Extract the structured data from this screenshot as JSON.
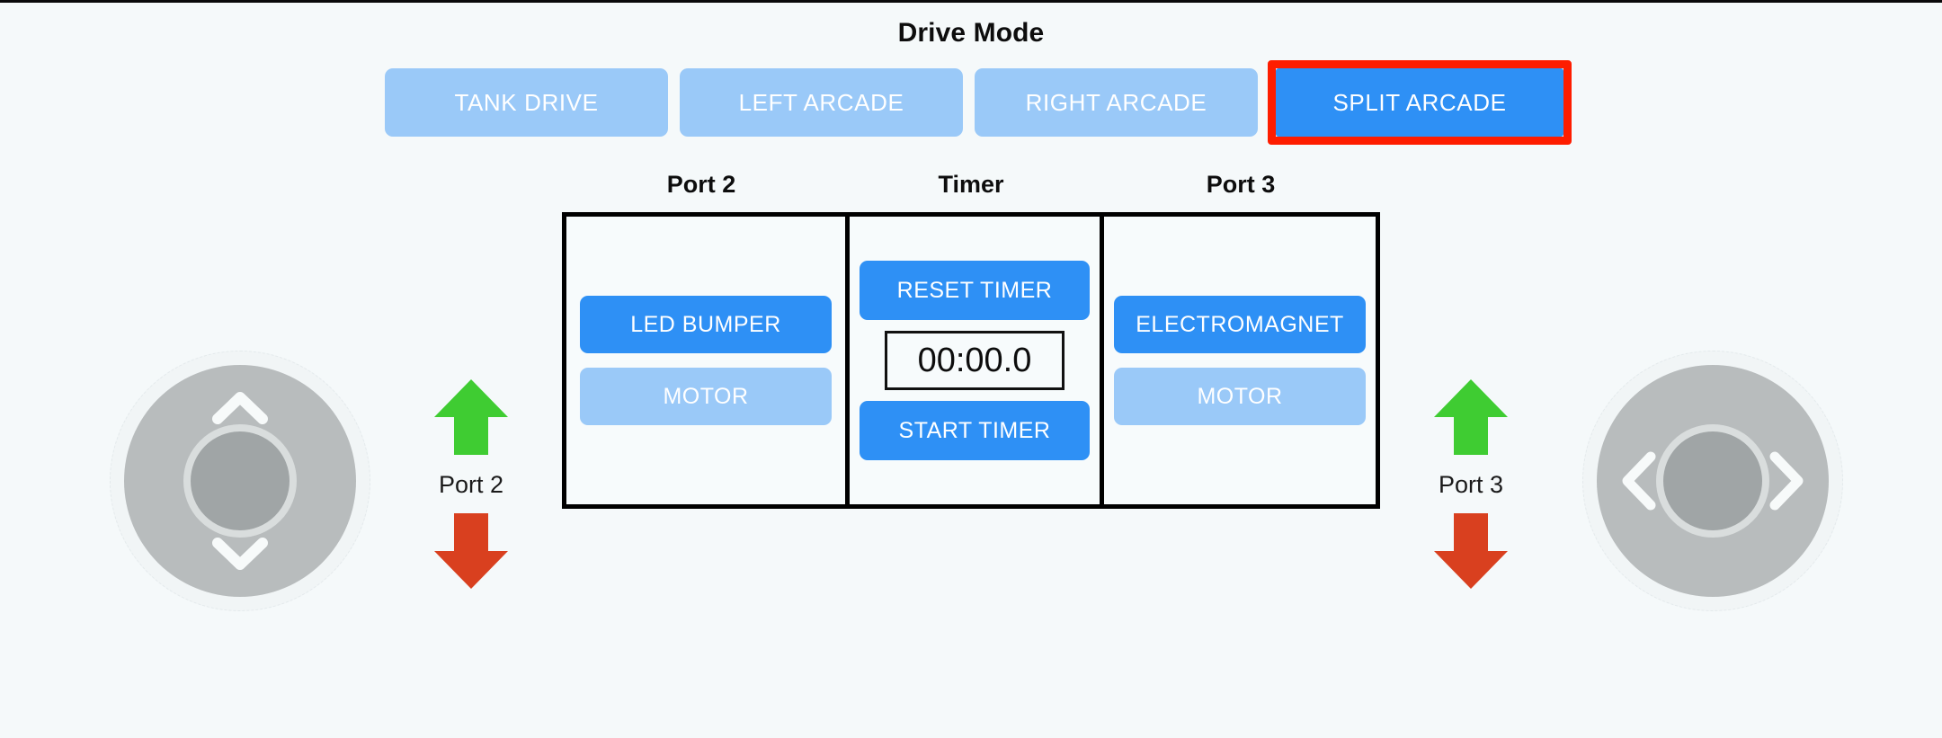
{
  "page": {
    "background_color": "#f5f9fa"
  },
  "drive_mode": {
    "title": "Drive Mode",
    "modes": [
      {
        "label": "TANK DRIVE",
        "active": false
      },
      {
        "label": "LEFT ARCADE",
        "active": false
      },
      {
        "label": "RIGHT ARCADE",
        "active": false
      },
      {
        "label": "SPLIT ARCADE",
        "active": true,
        "highlighted": true
      }
    ],
    "active_color": "#2e90f5",
    "inactive_color": "#9ac9f8",
    "highlight_color": "#fe1d00"
  },
  "panel": {
    "headings": {
      "left": "Port 2",
      "center": "Timer",
      "right": "Port 3"
    },
    "port2": {
      "buttons": [
        {
          "label": "LED BUMPER",
          "state": "primary"
        },
        {
          "label": "MOTOR",
          "state": "muted"
        }
      ]
    },
    "timer": {
      "reset_label": "RESET TIMER",
      "display": "00:00.0",
      "start_label": "START TIMER"
    },
    "port3": {
      "buttons": [
        {
          "label": "ELECTROMAGNET",
          "state": "primary"
        },
        {
          "label": "MOTOR",
          "state": "muted"
        }
      ]
    }
  },
  "joysticks": {
    "left": {
      "name": "left-joystick",
      "axes": "vertical",
      "chevrons": [
        "up",
        "down"
      ]
    },
    "right": {
      "name": "right-joystick",
      "axes": "horizontal",
      "chevrons": [
        "left",
        "right"
      ]
    },
    "pad_color": "#b8bcbd",
    "knob_color": "#a0a5a6"
  },
  "port_indicators": {
    "left": {
      "label": "Port 2",
      "up_color": "#3fcc32",
      "down_color": "#d9401f"
    },
    "right": {
      "label": "Port 3",
      "up_color": "#3fcc32",
      "down_color": "#d9401f"
    }
  }
}
